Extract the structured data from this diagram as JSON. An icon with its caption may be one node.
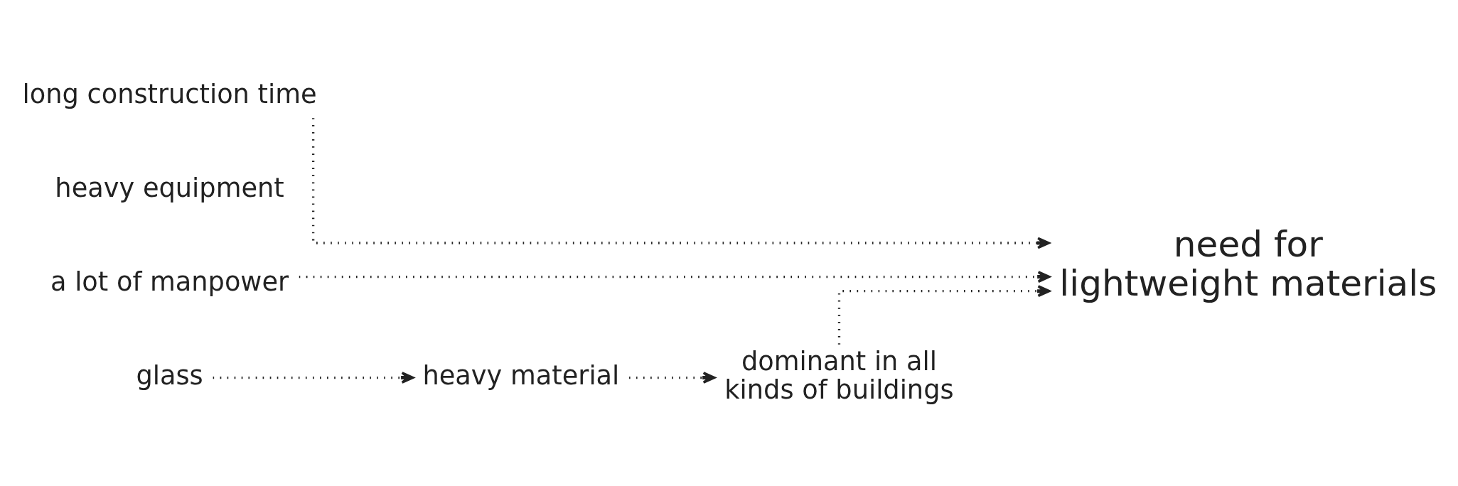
{
  "diagram": {
    "nodes": [
      {
        "text": [
          "long construction time"
        ]
      },
      {
        "text": [
          "heavy equipment"
        ]
      },
      {
        "text": [
          "a lot of manpower"
        ]
      },
      {
        "text": [
          "glass"
        ]
      },
      {
        "text": [
          "heavy material"
        ]
      },
      {
        "text": [
          "dominant in all kinds of buildings"
        ]
      },
      {
        "text": [
          "need for lightweight materials"
        ]
      }
    ],
    "edges": [
      {
        "from": 0,
        "to": 6,
        "arrow": "to"
      },
      {
        "from": 2,
        "to": 6,
        "arrow": "to"
      },
      {
        "from": 3,
        "to": 4,
        "arrow": "to"
      },
      {
        "from": 4,
        "to": 5,
        "arrow": "to"
      },
      {
        "from": 5,
        "to": 6,
        "arrow": "to"
      }
    ]
  }
}
